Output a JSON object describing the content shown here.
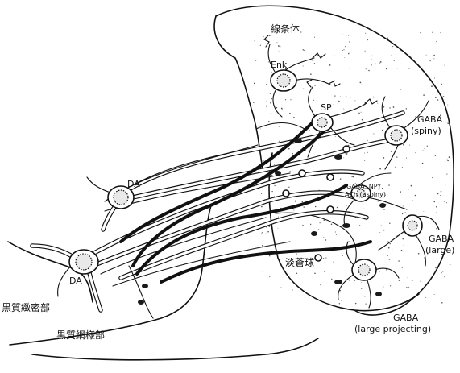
{
  "labels": {
    "striatum": "線条体",
    "enk": "Enk",
    "sp": "SP",
    "gaba_spiny": "GABA\n(spiny)",
    "gaba_aspiny": "GABA, NPY,\nACh (aspiny)",
    "gaba_large": "GABA\n(large)",
    "globus_pallidus": "淡蒼球",
    "gaba_large_projecting": "GABA\n(large projecting)",
    "da_upper": "DA",
    "da_lower": "DA",
    "sn_compacta": "黒質緻密部",
    "sn_reticulata": "黒質網様部"
  }
}
